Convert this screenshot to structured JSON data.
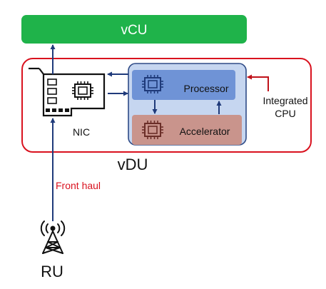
{
  "vcu": {
    "label": "vCU",
    "color": "#1fb34a"
  },
  "vdu": {
    "label": "vDU",
    "border_color": "#d9121f"
  },
  "nic": {
    "label": "NIC"
  },
  "cpu": {
    "fill": "#c6d6f0",
    "border": "#2e4a86",
    "processor": {
      "label": "Processor",
      "fill": "#6f93d6"
    },
    "accelerator": {
      "label": "Accelerator",
      "fill": "#c9948c"
    }
  },
  "integrated_cpu": {
    "line1": "Integrated",
    "line2": "CPU"
  },
  "fronthaul": {
    "label": "Front haul",
    "color": "#d9121f"
  },
  "ru": {
    "label": "RU"
  },
  "colors": {
    "arrow": "#1f3a7a",
    "red_arrow": "#c0121a"
  }
}
